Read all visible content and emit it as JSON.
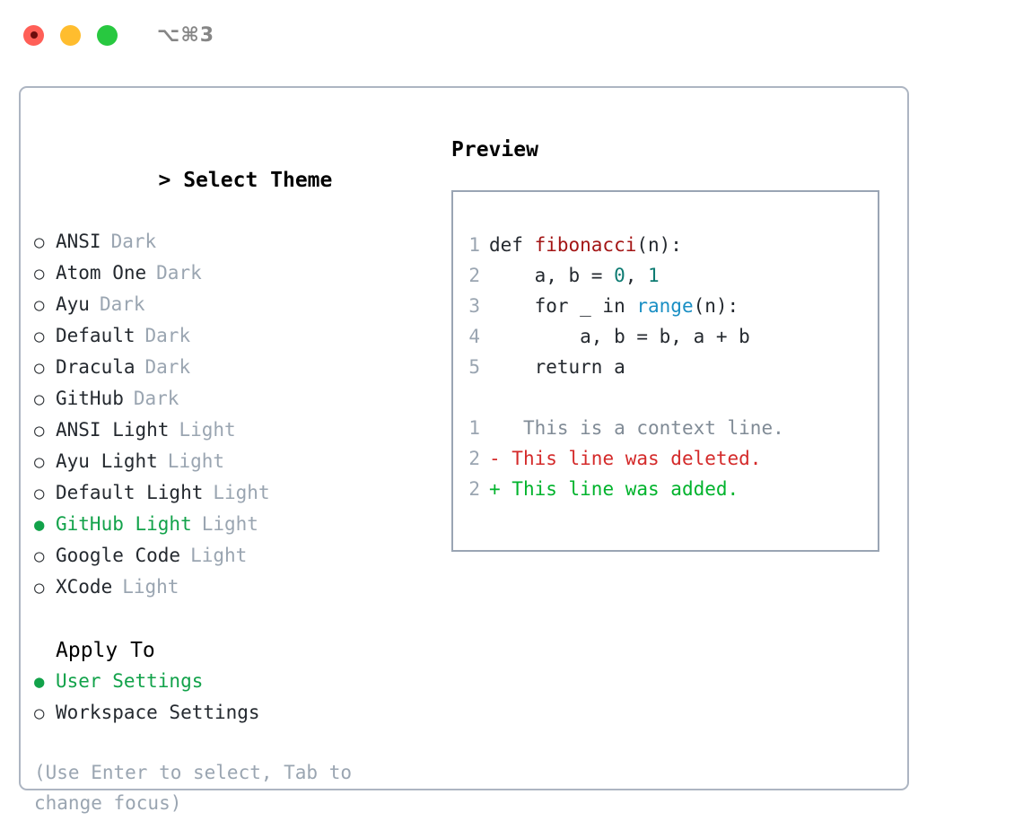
{
  "window": {
    "shortcut_label": "⌥⌘3",
    "traffic_lights": [
      "close-button",
      "minimize-button",
      "maximize-button"
    ]
  },
  "theme_picker": {
    "header": "> Select Theme",
    "caret": ">",
    "header_text": "Select Theme",
    "marker_selected": "●",
    "marker_unselected": "○",
    "selected_index": 9,
    "options": [
      {
        "label": "ANSI",
        "badge": "Dark",
        "selected": false
      },
      {
        "label": "Atom One",
        "badge": "Dark",
        "selected": false
      },
      {
        "label": "Ayu",
        "badge": "Dark",
        "selected": false
      },
      {
        "label": "Default",
        "badge": "Dark",
        "selected": false
      },
      {
        "label": "Dracula",
        "badge": "Dark",
        "selected": false
      },
      {
        "label": "GitHub",
        "badge": "Dark",
        "selected": false
      },
      {
        "label": "ANSI Light",
        "badge": "Light",
        "selected": false
      },
      {
        "label": "Ayu Light",
        "badge": "Light",
        "selected": false
      },
      {
        "label": "Default Light",
        "badge": "Light",
        "selected": false
      },
      {
        "label": "GitHub Light",
        "badge": "Light",
        "selected": true
      },
      {
        "label": "Google Code",
        "badge": "Light",
        "selected": false
      },
      {
        "label": "XCode",
        "badge": "Light",
        "selected": false
      }
    ]
  },
  "apply_to": {
    "header": "Apply To",
    "selected_index": 0,
    "options": [
      {
        "label": "User Settings",
        "selected": true
      },
      {
        "label": "Workspace Settings",
        "selected": false
      }
    ]
  },
  "hint": {
    "text": "(Use Enter to select, Tab to change focus)"
  },
  "preview": {
    "title": "Preview",
    "code_lines": [
      {
        "number": "1",
        "segments": [
          {
            "text": "def ",
            "style": "plain"
          },
          {
            "text": "fibonacci",
            "style": "fn"
          },
          {
            "text": "(n):",
            "style": "plain"
          }
        ]
      },
      {
        "number": "2",
        "segments": [
          {
            "text": "    a, b = ",
            "style": "plain"
          },
          {
            "text": "0",
            "style": "num"
          },
          {
            "text": ", ",
            "style": "plain"
          },
          {
            "text": "1",
            "style": "num"
          }
        ]
      },
      {
        "number": "3",
        "segments": [
          {
            "text": "    for _ in ",
            "style": "plain"
          },
          {
            "text": "range",
            "style": "call"
          },
          {
            "text": "(n):",
            "style": "plain"
          }
        ]
      },
      {
        "number": "4",
        "segments": [
          {
            "text": "        a, b = b, a + b",
            "style": "plain"
          }
        ]
      },
      {
        "number": "5",
        "segments": [
          {
            "text": "    return a",
            "style": "plain"
          }
        ]
      }
    ],
    "diff_lines": [
      {
        "number": "1",
        "marker": " ",
        "text": "  This is a context line.",
        "kind": "context"
      },
      {
        "number": "2",
        "marker": "-",
        "text": " This line was deleted.",
        "kind": "deleted"
      },
      {
        "number": "2",
        "marker": "+",
        "text": " This line was added.",
        "kind": "added"
      }
    ]
  },
  "colors": {
    "accent_green": "#12a24a",
    "muted": "#9aa5b1",
    "border": "#adb5c2",
    "preview_border": "#9aa5b4",
    "syntax_function": "#a31515",
    "syntax_number": "#0d7b72",
    "syntax_call": "#1a8fc4",
    "diff_deleted": "#d42a2a",
    "diff_added": "#00b32c",
    "diff_context": "#808b96",
    "traffic_close": "#ff5f57",
    "traffic_min": "#ffbd2e",
    "traffic_max": "#28c840"
  }
}
